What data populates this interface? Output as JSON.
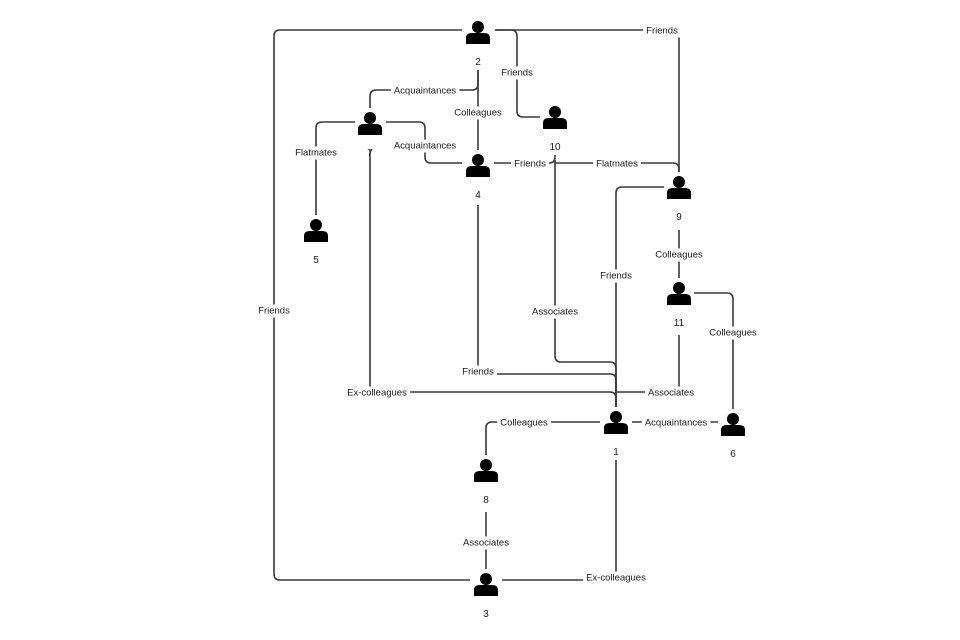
{
  "diagram": {
    "type": "social-network",
    "nodes": [
      {
        "id": "1",
        "label": "1"
      },
      {
        "id": "2",
        "label": "2"
      },
      {
        "id": "3",
        "label": "3"
      },
      {
        "id": "4",
        "label": "4"
      },
      {
        "id": "5",
        "label": "5"
      },
      {
        "id": "6",
        "label": "6"
      },
      {
        "id": "7",
        "label": "7"
      },
      {
        "id": "8",
        "label": "8"
      },
      {
        "id": "9",
        "label": "9"
      },
      {
        "id": "10",
        "label": "10"
      },
      {
        "id": "11",
        "label": "11"
      }
    ],
    "edges": [
      {
        "from": "2",
        "to": "9",
        "label": "Friends"
      },
      {
        "from": "2",
        "to": "10",
        "label": "Friends"
      },
      {
        "from": "2",
        "to": "7",
        "label": "Acquaintances"
      },
      {
        "from": "2",
        "to": "4",
        "label": "Colleagues"
      },
      {
        "from": "2",
        "to": "3",
        "label": "Friends"
      },
      {
        "from": "7",
        "to": "5",
        "label": "Flatmates"
      },
      {
        "from": "7",
        "to": "4",
        "label": "Acquaintances"
      },
      {
        "from": "7",
        "to": "1",
        "label": "Ex-colleagues"
      },
      {
        "from": "4",
        "to": "10",
        "label": "Friends"
      },
      {
        "from": "4",
        "to": "1",
        "label": "Friends"
      },
      {
        "from": "10",
        "to": "9",
        "label": "Flatmates"
      },
      {
        "from": "10",
        "to": "1",
        "label": "Associates"
      },
      {
        "from": "9",
        "to": "1",
        "label": "Friends"
      },
      {
        "from": "9",
        "to": "11",
        "label": "Colleagues"
      },
      {
        "from": "11",
        "to": "6",
        "label": "Colleagues"
      },
      {
        "from": "11",
        "to": "1",
        "label": "Associates"
      },
      {
        "from": "1",
        "to": "6",
        "label": "Acquaintances"
      },
      {
        "from": "1",
        "to": "8",
        "label": "Colleagues"
      },
      {
        "from": "8",
        "to": "3",
        "label": "Associates"
      },
      {
        "from": "1",
        "to": "3",
        "label": "Ex-colleagues"
      }
    ]
  }
}
